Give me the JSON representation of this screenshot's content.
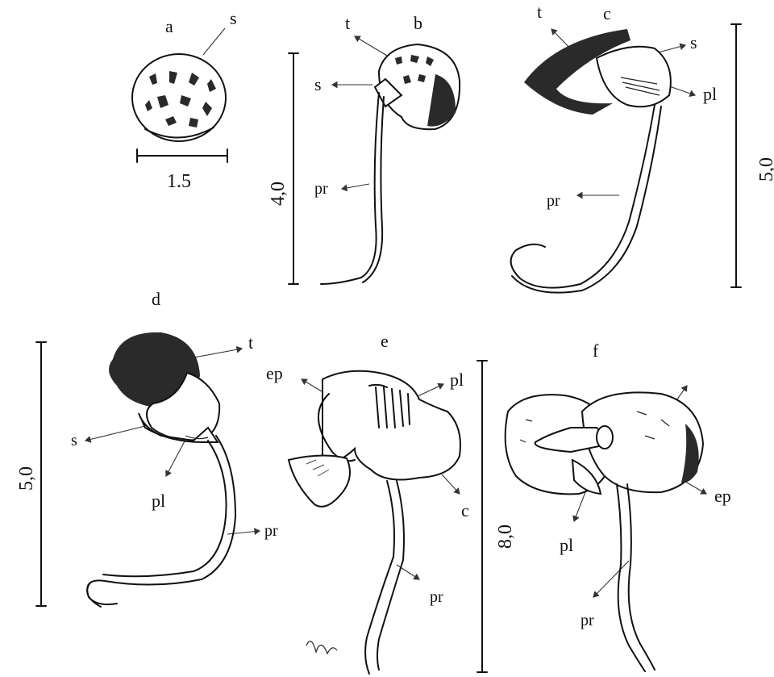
{
  "panels": {
    "a": {
      "letter": "a",
      "labels": {
        "s": "s"
      },
      "scale": "1.5"
    },
    "b": {
      "letter": "b",
      "labels": {
        "t": "t",
        "s": "s",
        "pr": "pr"
      },
      "scale": "4,0"
    },
    "c": {
      "letter": "c",
      "labels": {
        "t": "t",
        "s": "s",
        "pl": "pl",
        "pr": "pr"
      },
      "scale": "5,0"
    },
    "d": {
      "letter": "d",
      "labels": {
        "t": "t",
        "s": "s",
        "pl": "pl",
        "pr": "pr"
      },
      "scale": "5,0"
    },
    "e": {
      "letter": "e",
      "labels": {
        "ep": "ep",
        "pl": "pl",
        "c": "c",
        "pr": "pr"
      }
    },
    "f": {
      "letter": "f",
      "labels": {
        "ep": "ep",
        "pl": "pl",
        "pr": "pr"
      },
      "scale": "8,0"
    }
  },
  "colors": {
    "ink": "#111111",
    "paper": "#ffffff"
  }
}
